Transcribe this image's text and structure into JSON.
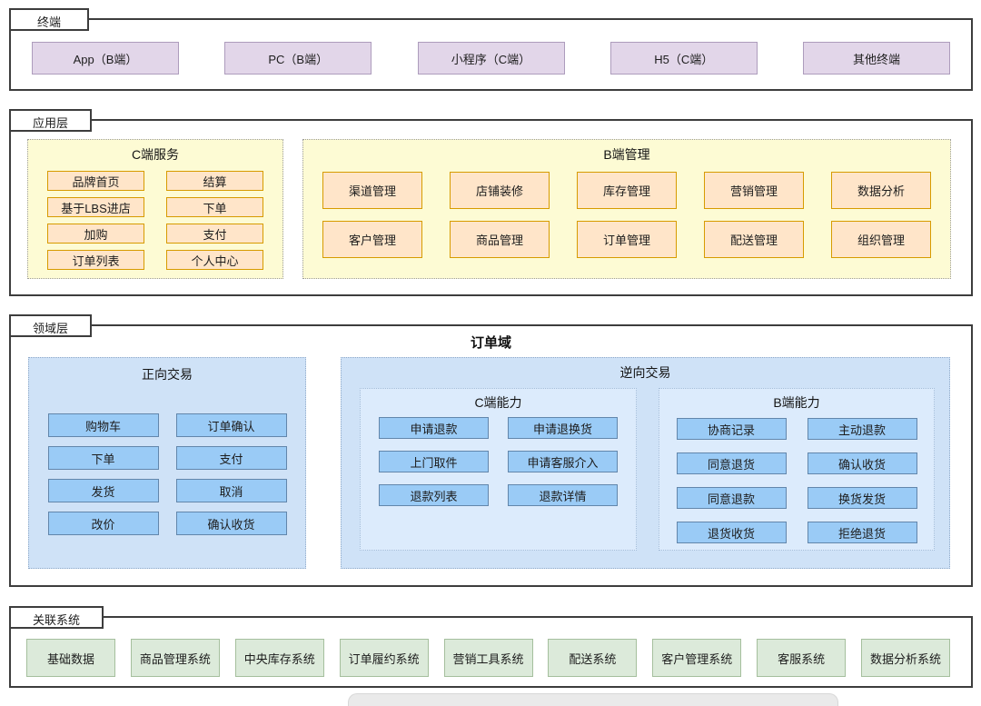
{
  "terminal_layer": {
    "label": "终端",
    "items": [
      "App（B端）",
      "PC（B端）",
      "小程序（C端）",
      "H5（C端）",
      "其他终端"
    ]
  },
  "application_layer": {
    "label": "应用层",
    "c_service": {
      "title": "C端服务",
      "items": [
        "品牌首页",
        "结算",
        "基于LBS进店",
        "下单",
        "加购",
        "支付",
        "订单列表",
        "个人中心"
      ]
    },
    "b_management": {
      "title": "B端管理",
      "items": [
        "渠道管理",
        "店铺装修",
        "库存管理",
        "营销管理",
        "数据分析",
        "客户管理",
        "商品管理",
        "订单管理",
        "配送管理",
        "组织管理"
      ]
    }
  },
  "domain_layer": {
    "label": "领域层",
    "domain_title": "订单域",
    "forward_trade": {
      "title": "正向交易",
      "items": [
        "购物车",
        "订单确认",
        "下单",
        "支付",
        "发货",
        "取消",
        "改价",
        "确认收货"
      ]
    },
    "reverse_trade": {
      "title": "逆向交易",
      "c_capability": {
        "title": "C端能力",
        "items": [
          "申请退款",
          "申请退换货",
          "上门取件",
          "申请客服介入",
          "退款列表",
          "退款详情"
        ]
      },
      "b_capability": {
        "title": "B端能力",
        "items": [
          "协商记录",
          "主动退款",
          "同意退货",
          "确认收货",
          "同意退款",
          "换货发货",
          "退货收货",
          "拒绝退货"
        ]
      }
    }
  },
  "related_systems": {
    "label": "关联系统",
    "items": [
      "基础数据",
      "商品管理系统",
      "中央库存系统",
      "订单履约系统",
      "营销工具系统",
      "配送系统",
      "客户管理系统",
      "客服系统",
      "数据分析系统"
    ]
  },
  "colors": {
    "terminal-fill": "#e2d6e9",
    "terminal-border": "#ad9cbc",
    "app-fill": "#ffe5c9",
    "app-border": "#d79b00",
    "app-panel-bg": "#fdfbd4",
    "domain-box-fill": "#9acbf6",
    "domain-box-border": "#6286ab",
    "domain-panel-bg": "#cfe2f7",
    "capability-panel-bg": "#dcebfc",
    "system-fill": "#dceada",
    "system-border": "#a5bf9d"
  }
}
